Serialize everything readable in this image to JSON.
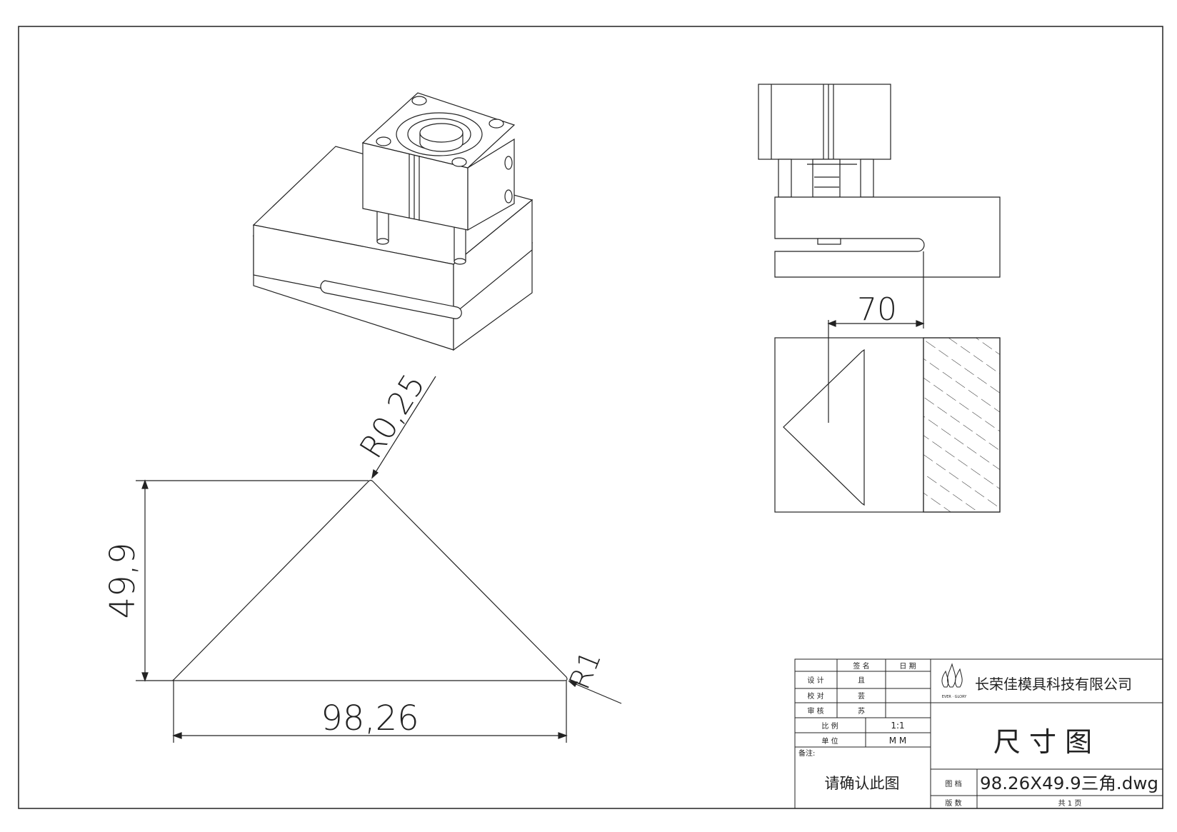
{
  "dimensions": {
    "radius_top": "R0,25",
    "height": "49,9",
    "radius_corner": "R1",
    "base_width": "98,26",
    "slot_depth": "70"
  },
  "title_block": {
    "header_sign": "签 名",
    "header_date": "日 期",
    "row_design_label": "设 计",
    "row_design_sign": "且",
    "row_check_label": "校 对",
    "row_check_sign": "芸",
    "row_review_label": "审 核",
    "row_review_sign": "苏",
    "scale_label": "比 例",
    "scale_value": "1:1",
    "unit_label": "单 位",
    "unit_value": "M M",
    "remark_label": "备注:",
    "remark_text": "请确认此图",
    "company_name": "长荣佳模具科技有限公司",
    "logo_text": "EVER · GLORY",
    "drawing_title": "尺 寸 图",
    "file_label": "图 档",
    "file_name": "98.26X49.9三角.dwg",
    "version_label": "版 数",
    "pages_text": "共 1 页"
  }
}
